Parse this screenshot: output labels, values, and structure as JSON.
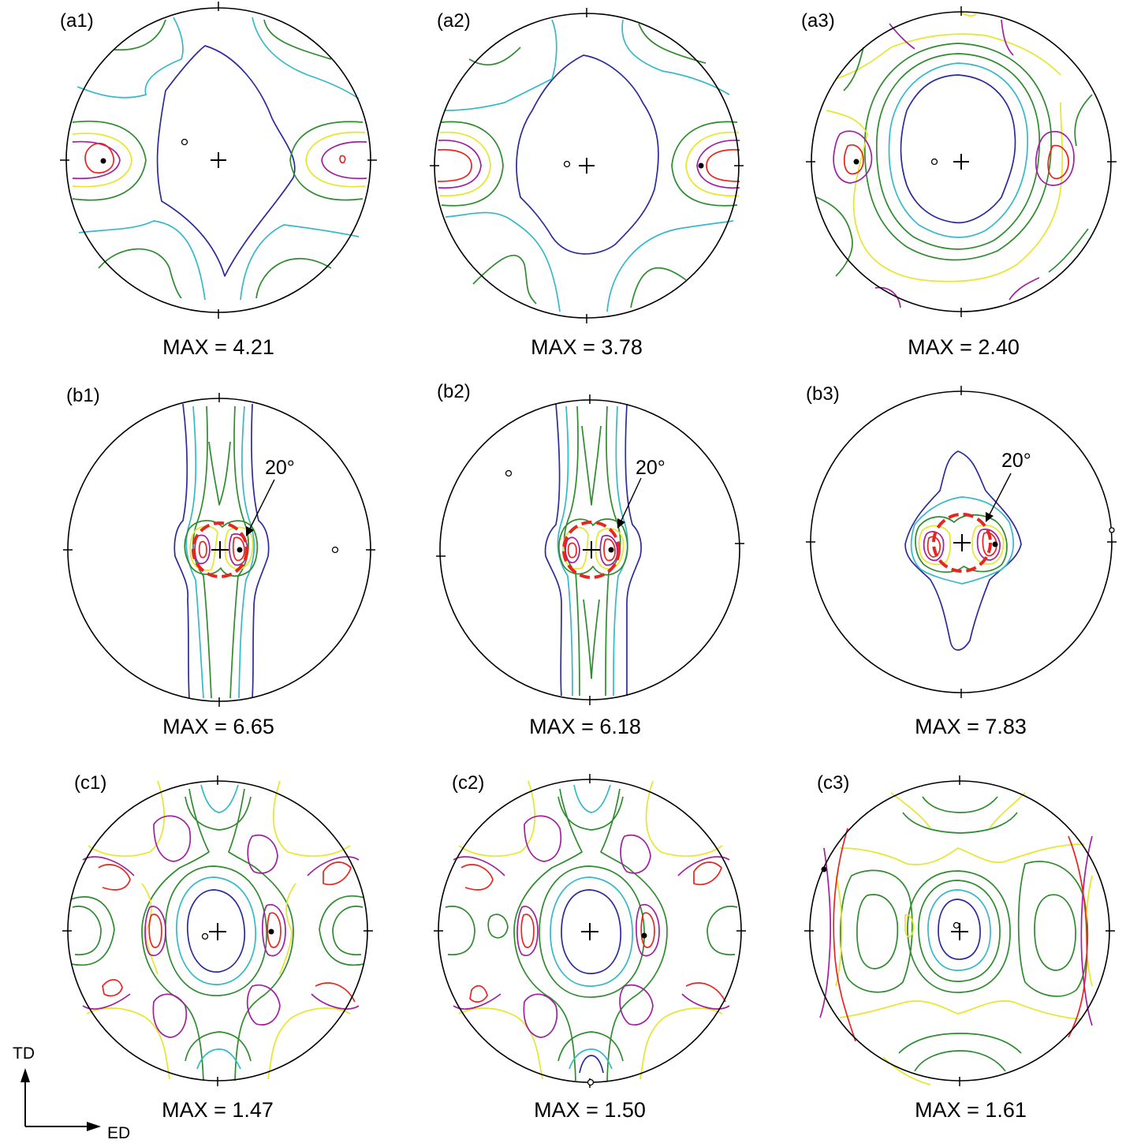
{
  "colors": {
    "level1": "#2b2b9a",
    "level2": "#33b9c9",
    "level3": "#2e8b2e",
    "level4": "#e6e62c",
    "level5": "#a020a0",
    "level6": "#e8251f",
    "highlight": "#e8251f"
  },
  "panels": [
    {
      "label": "(a1)",
      "max": "MAX = 4.21"
    },
    {
      "label": "(a2)",
      "max": "MAX = 3.78"
    },
    {
      "label": "(a3)",
      "max": "MAX = 2.40"
    },
    {
      "label": "(b1)",
      "max": "MAX = 6.65",
      "angle": "20°"
    },
    {
      "label": "(b2)",
      "max": "MAX = 6.18",
      "angle": "20°"
    },
    {
      "label": "(b3)",
      "max": "MAX = 7.83",
      "angle": "20°"
    },
    {
      "label": "(c1)",
      "max": "MAX = 1.47"
    },
    {
      "label": "(c2)",
      "max": "MAX = 1.50"
    },
    {
      "label": "(c3)",
      "max": "MAX = 1.61"
    }
  ],
  "axes": {
    "vertical": "TD",
    "horizontal": "ED"
  }
}
